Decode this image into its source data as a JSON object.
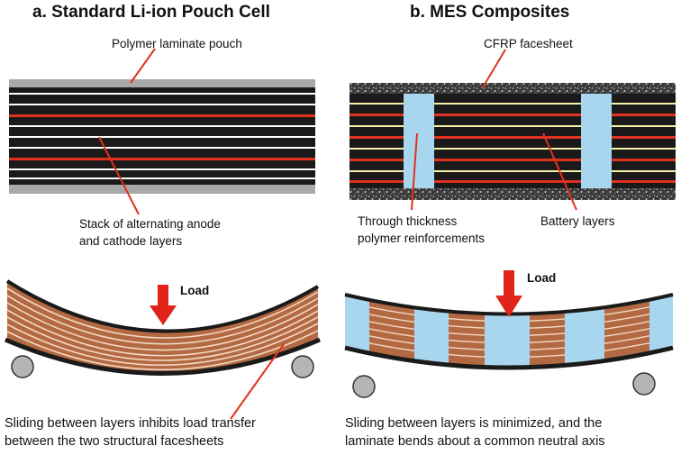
{
  "panel_a": {
    "title": "a. Standard Li-ion Pouch Cell",
    "label_pouch": "Polymer laminate pouch",
    "label_stack_line1": "Stack of alternating anode",
    "label_stack_line2": "and cathode layers",
    "label_load": "Load",
    "caption_line1": "Sliding between layers inhibits load transfer",
    "caption_line2": "between the two structural facesheets"
  },
  "panel_b": {
    "title": "b. MES Composites",
    "label_facesheet": "CFRP facesheet",
    "label_reinforcement_line1": "Through thickness",
    "label_reinforcement_line2": "polymer reinforcements",
    "label_battery": "Battery layers",
    "label_load": "Load",
    "caption_line1": "Sliding between layers is minimized, and the",
    "caption_line2": "laminate bends about a common neutral axis"
  },
  "colors": {
    "layer_black": "#1a1a1a",
    "layer_red": "#e0321e",
    "layer_white": "#ffffff",
    "layer_yellow": "#f5f0a8",
    "pouch_gray": "#a8a8a8",
    "reinforcement_blue": "#a9d6ef",
    "copper": "#b36a43",
    "load_arrow": "#e2231a",
    "support_gray": "#b5b5b5"
  }
}
